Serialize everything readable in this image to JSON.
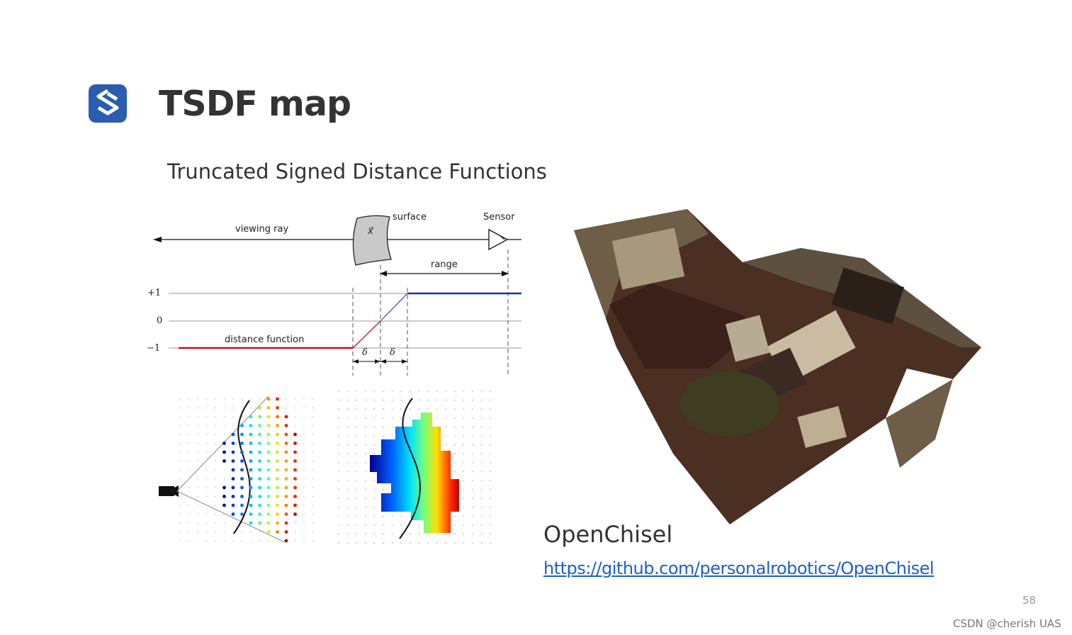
{
  "slide": {
    "logo_icon": "s-logo-icon",
    "title": "TSDF map",
    "subtitle": "Truncated Signed Distance Functions",
    "page_number": "58",
    "watermark": "CSDN @cherish UAS"
  },
  "diagram": {
    "viewing_ray": "viewing ray",
    "surface": "surface",
    "sensor": "Sensor",
    "range": "range",
    "x_vec": "x⃗",
    "plus_one": "+1",
    "zero": "0",
    "minus_one": "−1",
    "distance_function": "distance function",
    "delta": "δ",
    "colors": {
      "negative": "#c0141c",
      "positive": "#1a2fb8"
    }
  },
  "openchisel": {
    "name": "OpenChisel",
    "url": "https://github.com/personalrobotics/OpenChisel"
  }
}
